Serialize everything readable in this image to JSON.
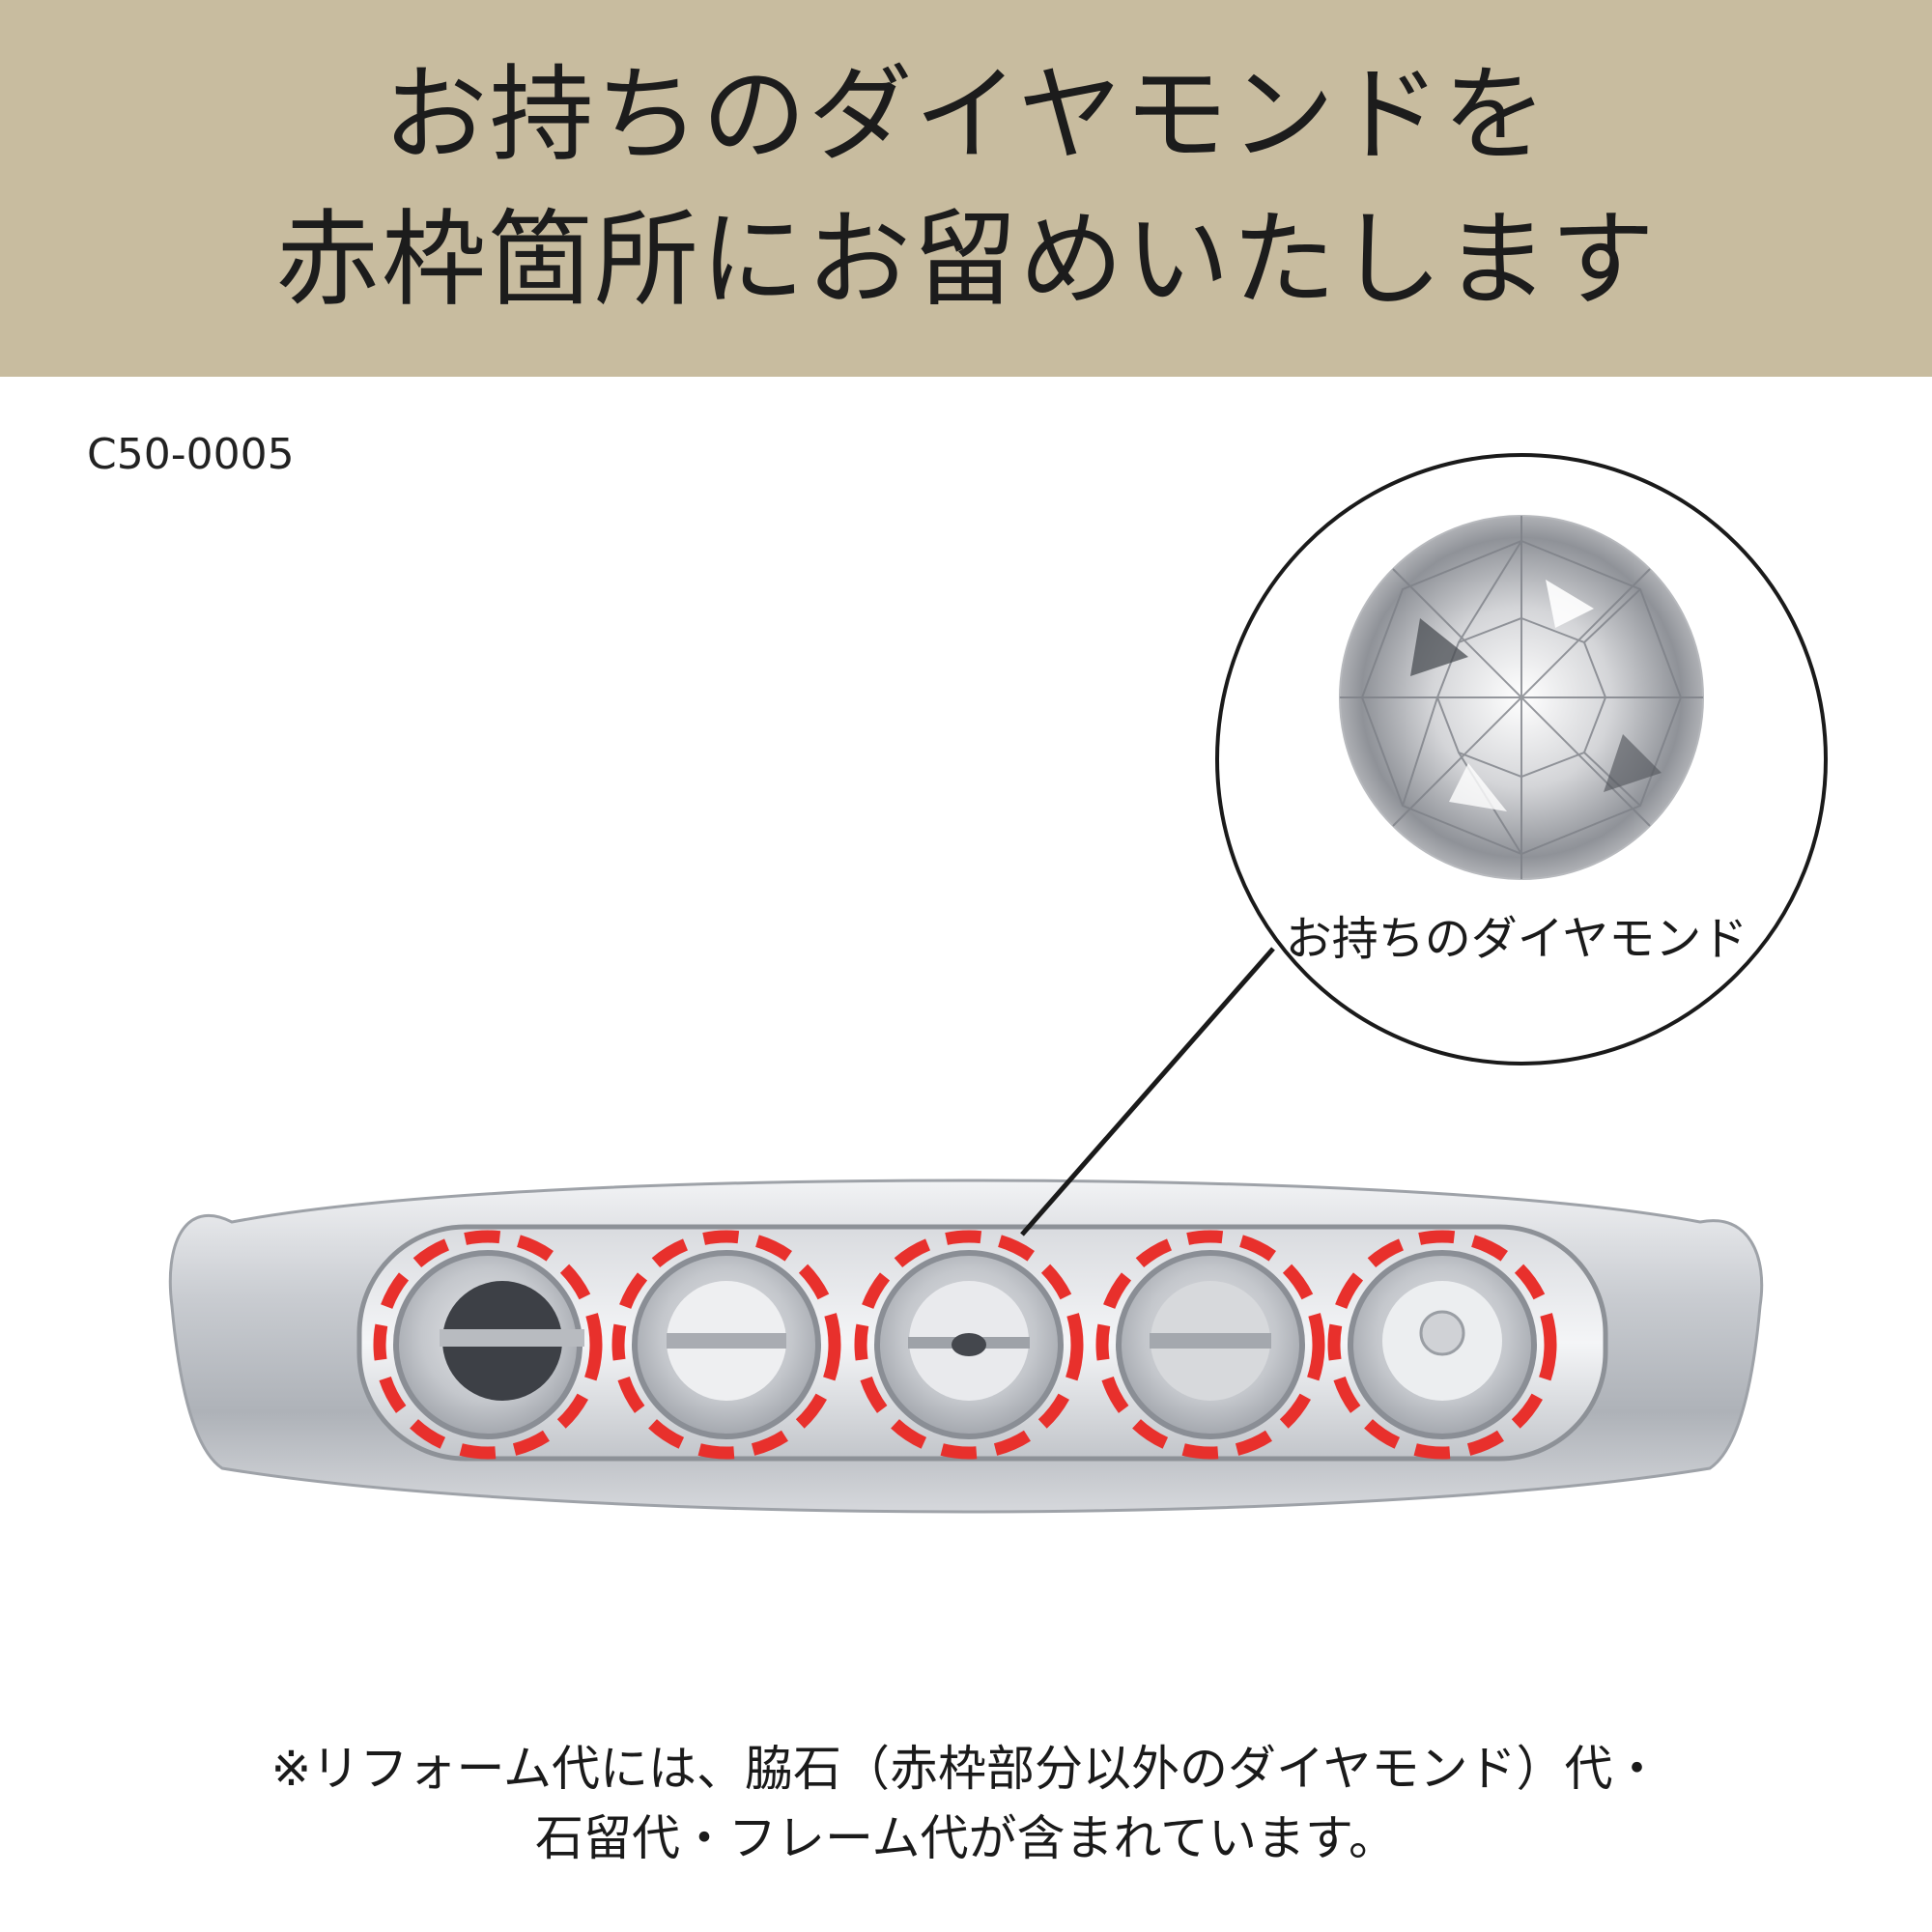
{
  "banner": {
    "line1": "お持ちのダイヤモンドを",
    "line2": "赤枠箇所にお留めいたします"
  },
  "product": {
    "code": "C50-0005"
  },
  "callout": {
    "label": "お持ちのダイヤモンド"
  },
  "footnote": {
    "line1": "※リフォーム代には、脇石（赤枠部分以外のダイヤモンド）代・",
    "line2": "石留代・フレーム代が含まれています。"
  },
  "colors": {
    "banner": "#c8bc9f",
    "marker": "#e8302c"
  },
  "ring": {
    "setting_count": 5
  }
}
